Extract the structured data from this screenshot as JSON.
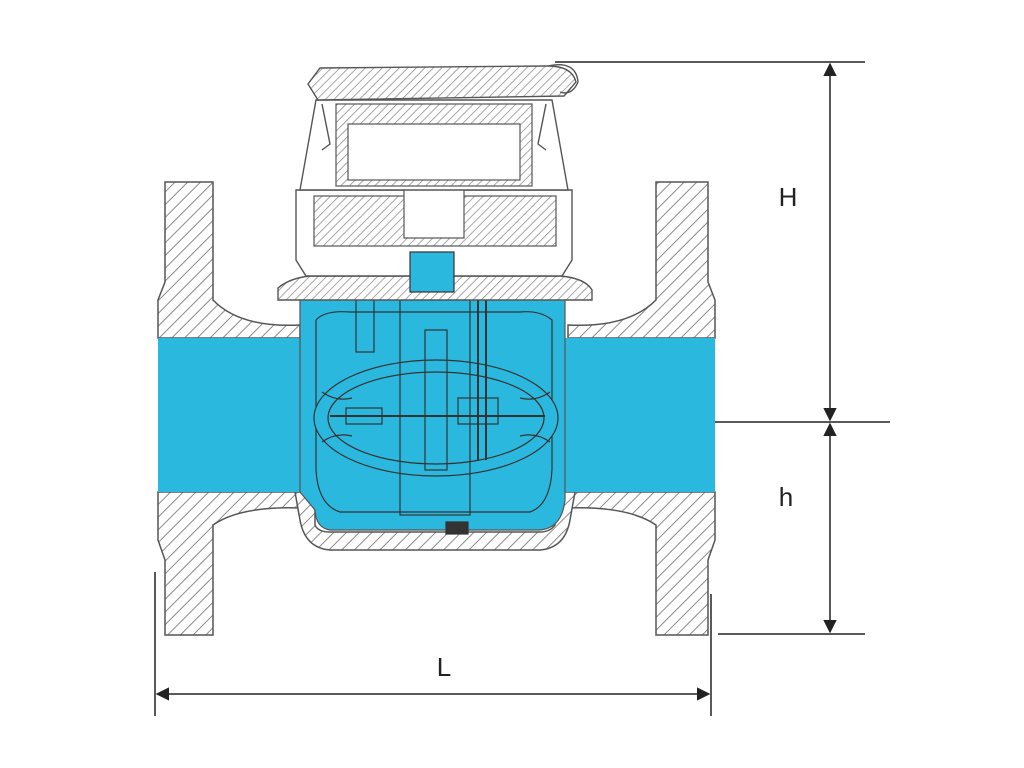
{
  "labels": {
    "height_upper": "H",
    "height_lower": "h",
    "length": "L"
  },
  "colors": {
    "water": "#2bb8de",
    "hatch": "#888888",
    "outline": "#555555",
    "dimension": "#222222",
    "background": "#ffffff"
  }
}
